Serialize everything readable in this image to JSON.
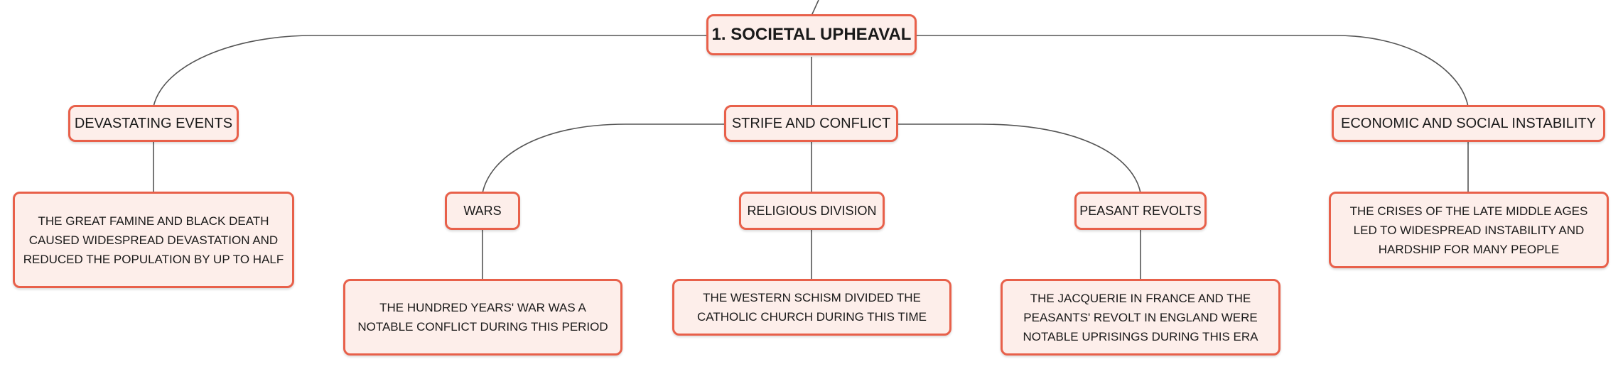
{
  "mindmap": {
    "root": {
      "label": "1. SOCIETAL UPHEAVAL"
    },
    "branches": [
      {
        "label": "DEVASTATING EVENTS",
        "details": [
          "THE GREAT FAMINE AND BLACK DEATH CAUSED WIDESPREAD DEVASTATION AND REDUCED THE POPULATION BY UP TO HALF"
        ]
      },
      {
        "label": "STRIFE AND CONFLICT",
        "subtopics": [
          {
            "label": "WARS",
            "detail": "THE HUNDRED YEARS' WAR WAS A NOTABLE CONFLICT DURING THIS PERIOD"
          },
          {
            "label": "RELIGIOUS DIVISION",
            "detail": "THE WESTERN SCHISM DIVIDED THE CATHOLIC CHURCH DURING THIS TIME"
          },
          {
            "label": "PEASANT REVOLTS",
            "detail": "THE JACQUERIE IN FRANCE AND THE PEASANTS' REVOLT IN ENGLAND WERE NOTABLE UPRISINGS DURING THIS ERA"
          }
        ]
      },
      {
        "label": "ECONOMIC AND SOCIAL INSTABILITY",
        "details": [
          "THE CRISES OF THE LATE MIDDLE AGES LED TO WIDESPREAD INSTABILITY AND HARDSHIP FOR MANY PEOPLE"
        ]
      }
    ]
  },
  "colors": {
    "node_border": "#e8604a",
    "node_fill": "#fdeeea",
    "connector": "#555555",
    "text": "#1a1a1a"
  }
}
